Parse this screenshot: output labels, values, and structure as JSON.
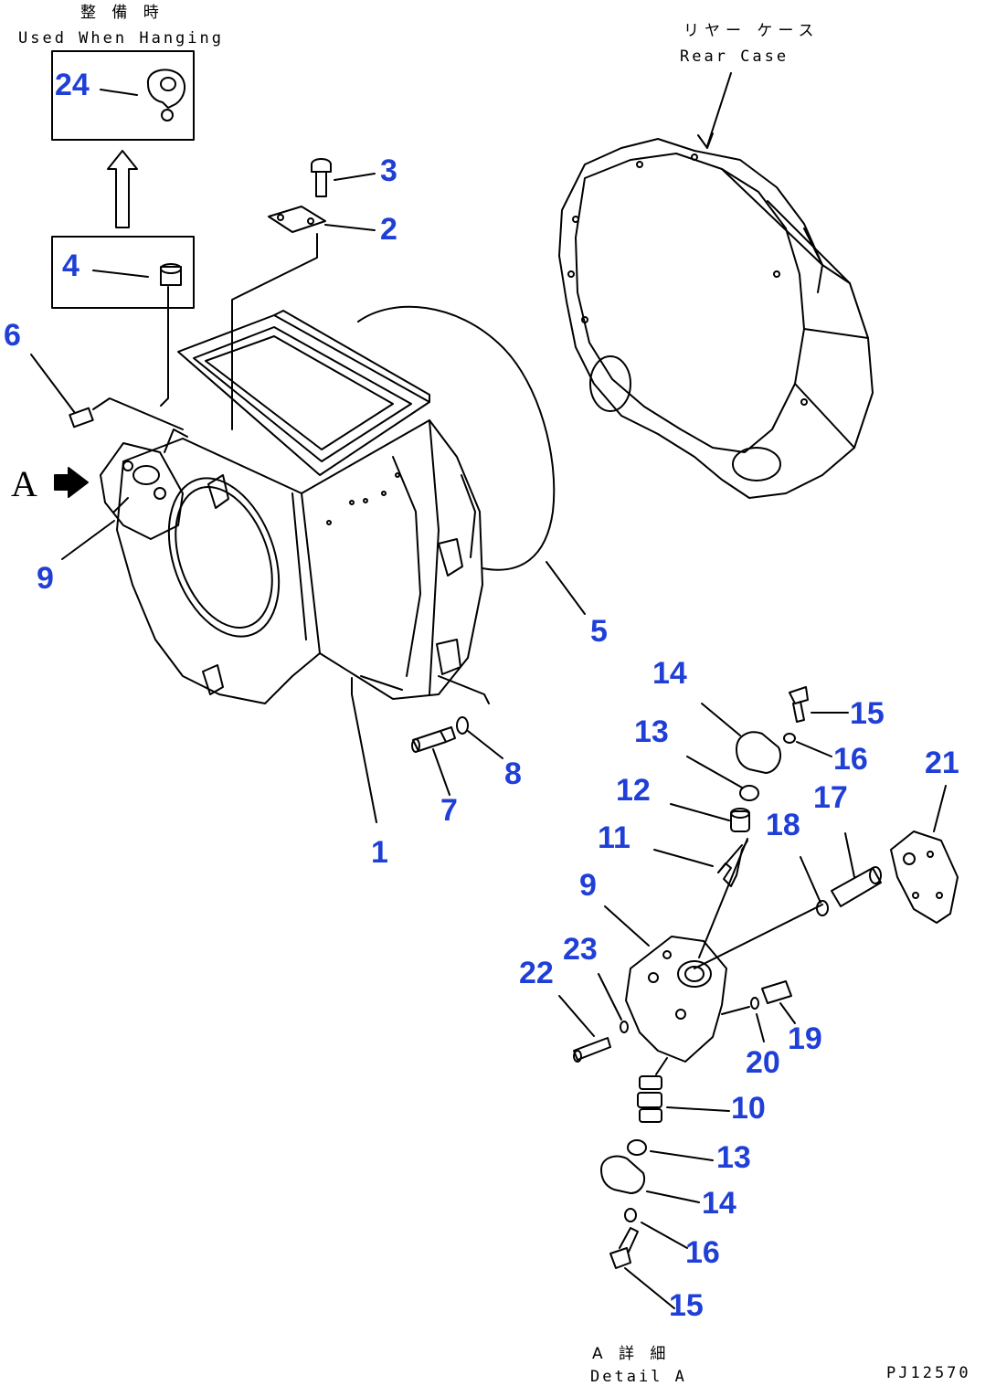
{
  "annotations": {
    "used_when_hanging_jp": "整 備 時",
    "used_when_hanging": "Used When Hanging",
    "rear_case_jp": "リヤー ケース",
    "rear_case": "Rear Case",
    "view_a": "A",
    "detail_a_jp": "A 詳 細",
    "detail_a": "Detail A",
    "drawing_code": "PJ12570"
  },
  "part_numbers": {
    "p1": "1",
    "p2": "2",
    "p3": "3",
    "p4": "4",
    "p5": "5",
    "p6": "6",
    "p7": "7",
    "p8": "8",
    "p9_main": "9",
    "p9_detail": "9",
    "p10": "10",
    "p11": "11",
    "p12": "12",
    "p13_upper": "13",
    "p13_lower": "13",
    "p14_upper": "14",
    "p14_lower": "14",
    "p15_upper": "15",
    "p15_lower": "15",
    "p16_upper": "16",
    "p16_lower": "16",
    "p17": "17",
    "p18": "18",
    "p19": "19",
    "p20": "20",
    "p21": "21",
    "p22": "22",
    "p23": "23",
    "p24": "24"
  },
  "colors": {
    "label": "#1f3fd6",
    "line": "#000000",
    "background": "#ffffff"
  }
}
